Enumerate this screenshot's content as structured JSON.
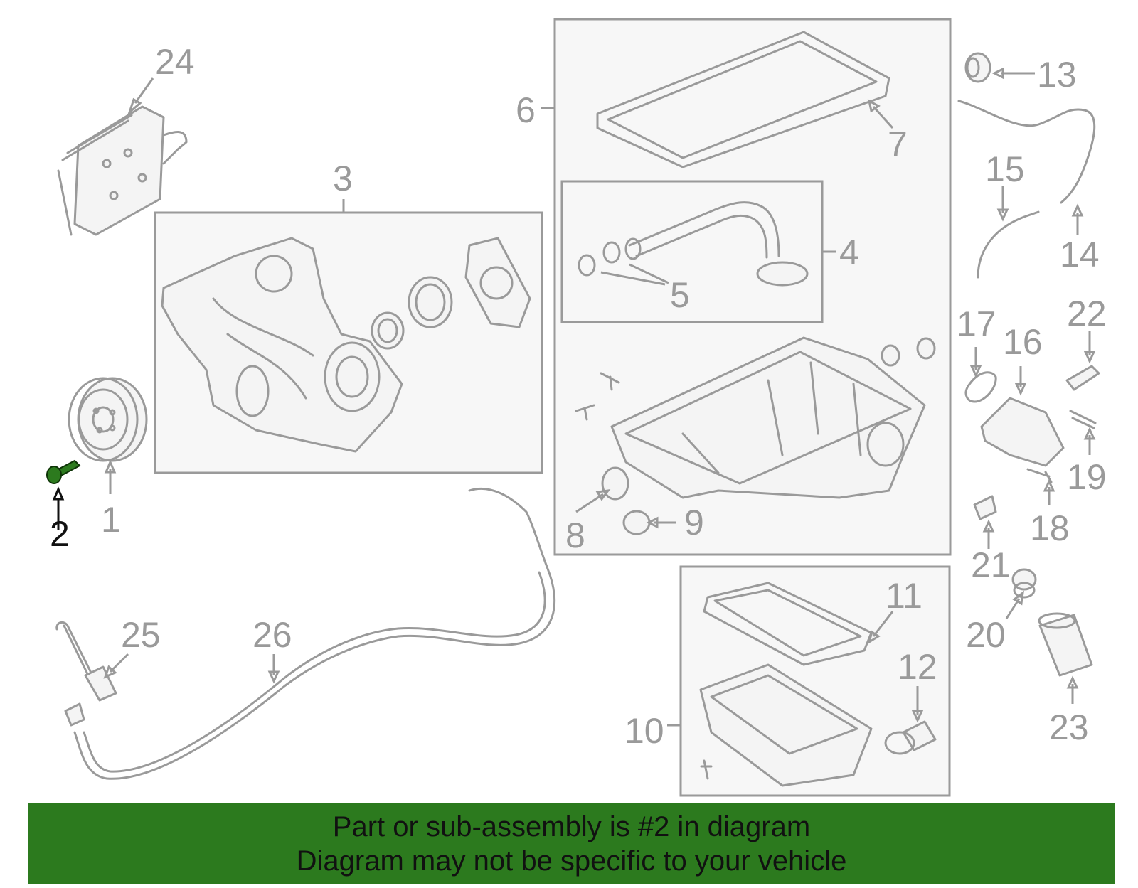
{
  "callouts": {
    "c1": "1",
    "c2": "2",
    "c3": "3",
    "c4": "4",
    "c5": "5",
    "c6": "6",
    "c7": "7",
    "c8": "8",
    "c9": "9",
    "c10": "10",
    "c11": "11",
    "c12": "12",
    "c13": "13",
    "c14": "14",
    "c15": "15",
    "c16": "16",
    "c17": "17",
    "c18": "18",
    "c19": "19",
    "c20": "20",
    "c21": "21",
    "c22": "22",
    "c23": "23",
    "c24": "24",
    "c25": "25",
    "c26": "26"
  },
  "highlight": {
    "part": "2",
    "color": "#2c7a1e"
  },
  "banner": {
    "line1": "Part or sub-assembly is #2 in diagram",
    "line2": "Diagram may not be specific to your vehicle",
    "background": "#2c7a1e"
  }
}
